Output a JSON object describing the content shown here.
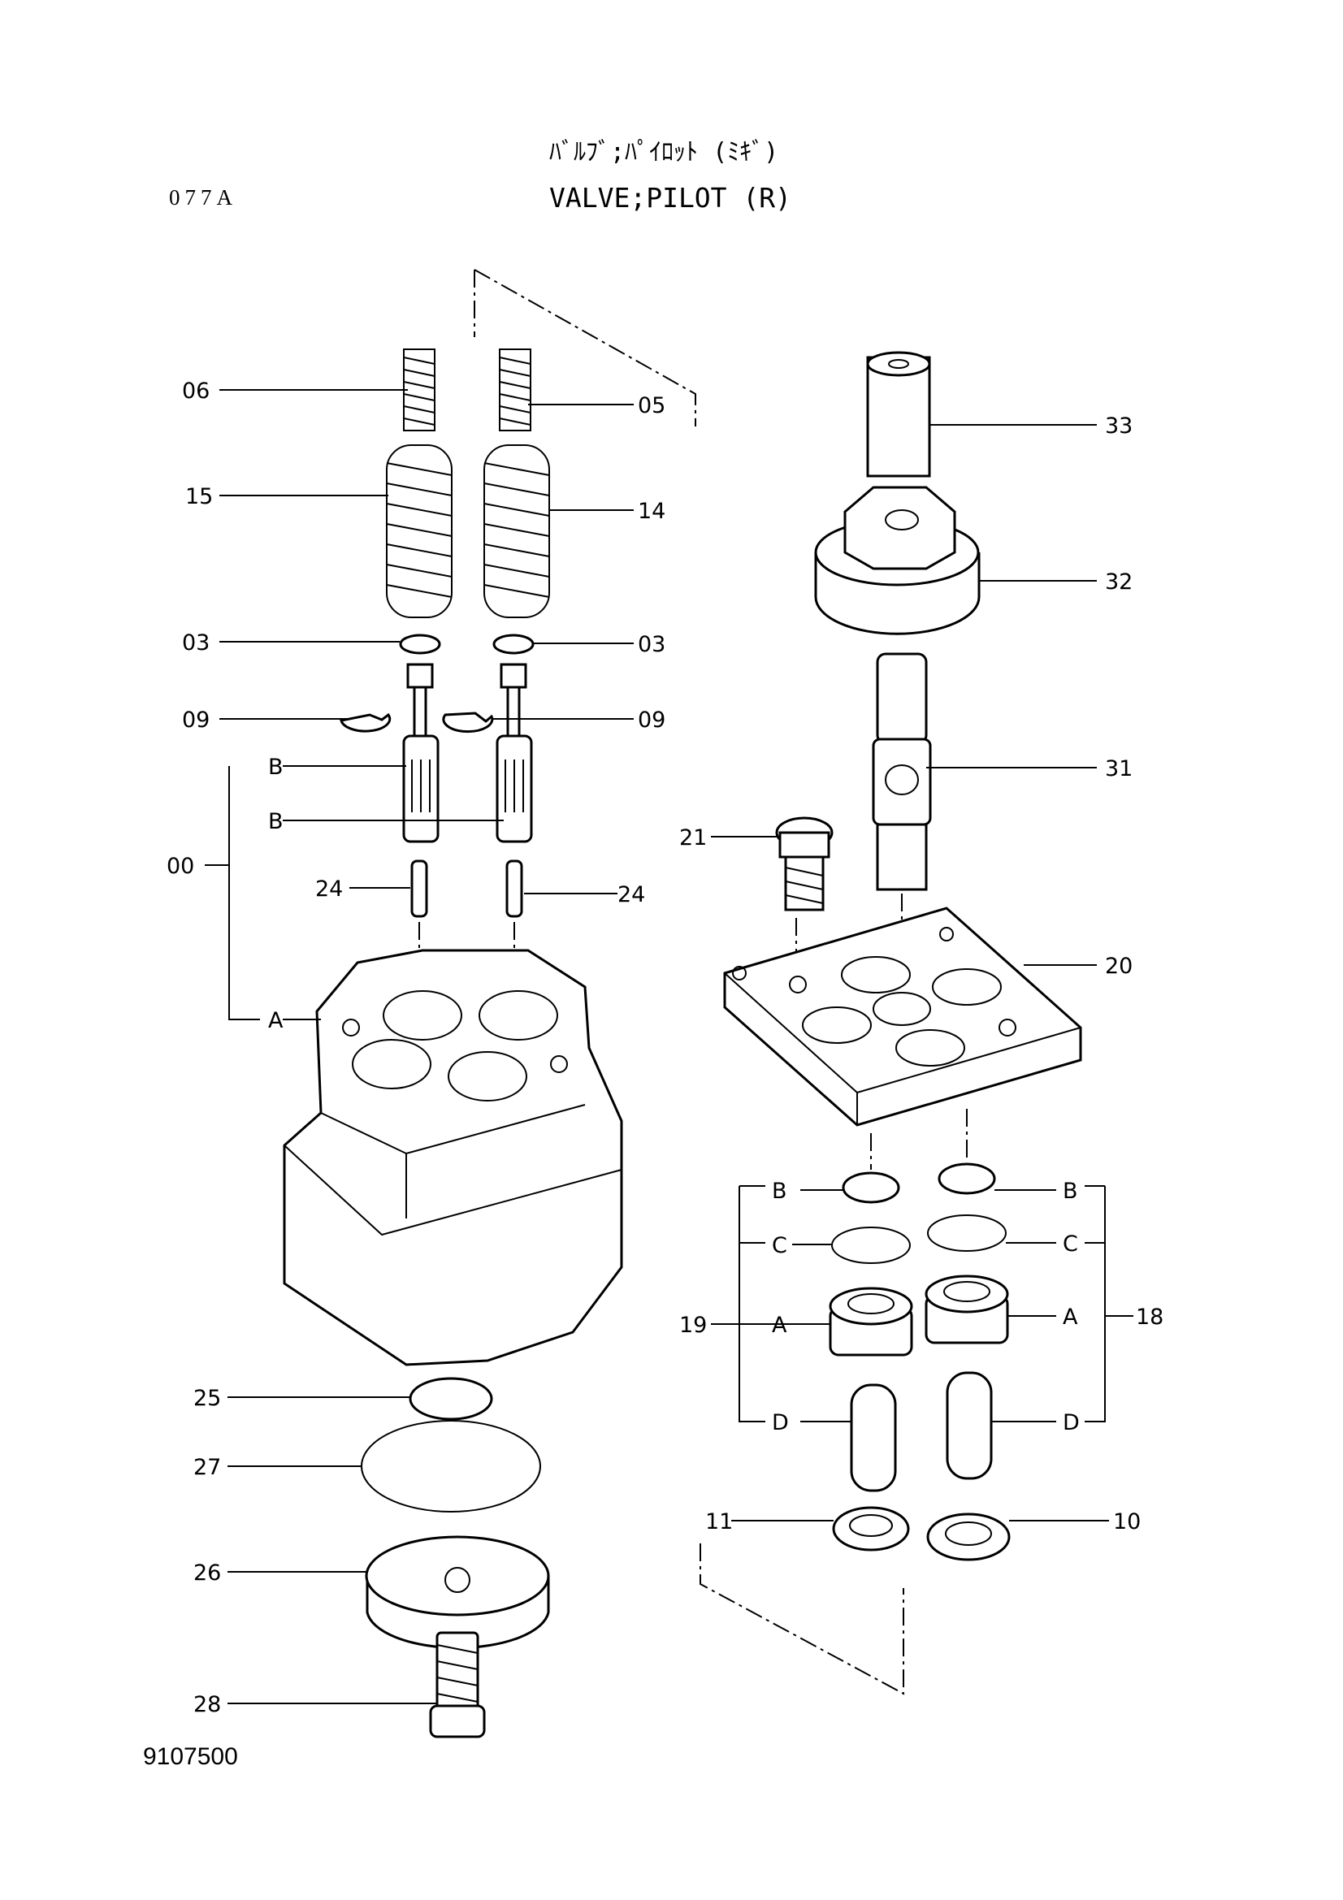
{
  "header": {
    "code": "077A",
    "title_jp": "ﾊﾞﾙﾌﾞ;ﾊﾟｲﾛｯﾄ (ﾐｷﾞ)",
    "title_en": "VALVE;PILOT (R)"
  },
  "footer": {
    "drawing_no": "9107500"
  },
  "callouts": {
    "c06": "06",
    "c15": "15",
    "c03l": "03",
    "c09l": "09",
    "cBl1": "B",
    "cBl2": "B",
    "c00": "00",
    "cAl": "A",
    "c24l": "24",
    "c24r": "24",
    "c05": "05",
    "c14": "14",
    "c03r": "03",
    "c09r": "09",
    "c33": "33",
    "c32": "32",
    "c31": "31",
    "c21": "21",
    "c20": "20",
    "cBr1": "B",
    "cBr2": "B",
    "cCr1": "C",
    "cCr2": "C",
    "c19": "19",
    "cAr1": "A",
    "cAr2": "A",
    "c18": "18",
    "cDr1": "D",
    "cDr2": "D",
    "c11": "11",
    "c10": "10",
    "c25": "25",
    "c27": "27",
    "c26": "26",
    "c28": "28"
  }
}
